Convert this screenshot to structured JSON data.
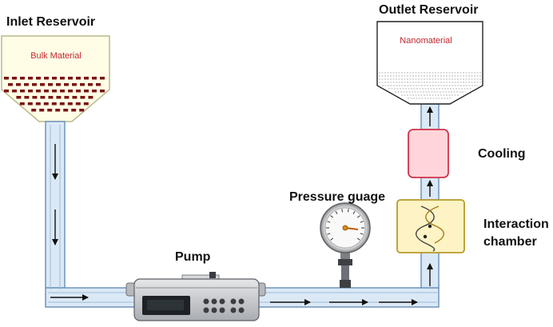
{
  "labels": {
    "inlet_reservoir": "Inlet Reservoir",
    "bulk_material": "Bulk Material",
    "outlet_reservoir": "Outlet Reservoir",
    "nanomaterial": "Nanomaterial",
    "cooling": "Cooling",
    "pressure_gauge": "Pressure guage",
    "pump": "Pump",
    "interaction_chamber_line1": "Interaction",
    "interaction_chamber_line2": "chamber"
  },
  "colors": {
    "pipe_fill": "#dbe9f6",
    "pipe_stroke": "#6f95bb",
    "reservoir_fill": "#fffde6",
    "reservoir_stroke": "#b9b98c",
    "particle": "#7a1414",
    "cooling_fill": "#ffd5da",
    "cooling_stroke": "#d2334a",
    "chamber_fill": "#fdf3c4",
    "chamber_stroke": "#b79a2a",
    "label_accent": "#c0262d"
  },
  "icons": [
    "flow-arrow-icon",
    "pump-icon",
    "pressure-gauge-icon",
    "interaction-chamber-icon",
    "cooling-unit-icon"
  ]
}
